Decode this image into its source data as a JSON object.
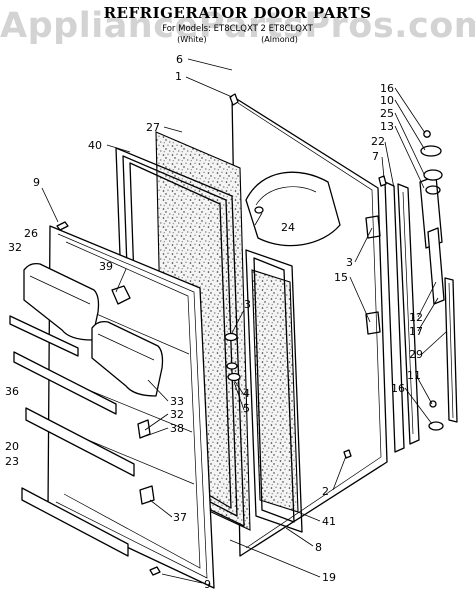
{
  "header": {
    "title": "REFRIGERATOR DOOR PARTS",
    "model_line": "For Models: ET8CLQXT 2  ET8CLQXT",
    "variant_white": "(White)",
    "variant_almond": "(Almond)",
    "watermark": "AppliancePartsPros.com"
  },
  "callouts": [
    {
      "id": "c6",
      "label": "6"
    },
    {
      "id": "c1",
      "label": "1"
    },
    {
      "id": "c27",
      "label": "27"
    },
    {
      "id": "c40",
      "label": "40"
    },
    {
      "id": "c9a",
      "label": "9"
    },
    {
      "id": "c26",
      "label": "26"
    },
    {
      "id": "c32a",
      "label": "32"
    },
    {
      "id": "c39",
      "label": "39"
    },
    {
      "id": "c24",
      "label": "24"
    },
    {
      "id": "c3a",
      "label": "3"
    },
    {
      "id": "c4",
      "label": "4"
    },
    {
      "id": "c5",
      "label": "5"
    },
    {
      "id": "c36",
      "label": "36"
    },
    {
      "id": "c33",
      "label": "33"
    },
    {
      "id": "c32b",
      "label": "32"
    },
    {
      "id": "c38",
      "label": "38"
    },
    {
      "id": "c20",
      "label": "20"
    },
    {
      "id": "c23",
      "label": "23"
    },
    {
      "id": "c37",
      "label": "37"
    },
    {
      "id": "c9b",
      "label": "9"
    },
    {
      "id": "c19",
      "label": "19"
    },
    {
      "id": "c8",
      "label": "8"
    },
    {
      "id": "c41",
      "label": "41"
    },
    {
      "id": "c2",
      "label": "2"
    },
    {
      "id": "c3b",
      "label": "3"
    },
    {
      "id": "c15",
      "label": "15"
    },
    {
      "id": "c16a",
      "label": "16"
    },
    {
      "id": "c10",
      "label": "10"
    },
    {
      "id": "c25",
      "label": "25"
    },
    {
      "id": "c13",
      "label": "13"
    },
    {
      "id": "c22",
      "label": "22"
    },
    {
      "id": "c7",
      "label": "7"
    },
    {
      "id": "c12",
      "label": "12"
    },
    {
      "id": "c17",
      "label": "17"
    },
    {
      "id": "c29",
      "label": "29"
    },
    {
      "id": "c11",
      "label": "11"
    },
    {
      "id": "c16b",
      "label": "16"
    }
  ]
}
